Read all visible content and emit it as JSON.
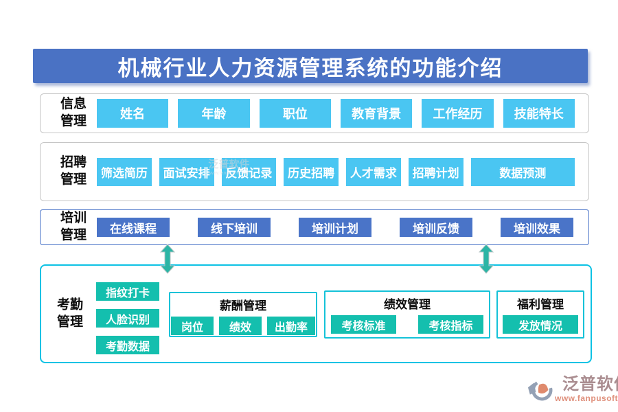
{
  "title": "机械行业人力资源管理系统的功能介绍",
  "rows": [
    {
      "label": "信息\n管理",
      "items": [
        "姓名",
        "年龄",
        "职位",
        "教育背景",
        "工作经历",
        "技能特长"
      ]
    },
    {
      "label": "招聘\n管理",
      "items": [
        "筛选简历",
        "面试安排",
        "反馈记录",
        "历史招聘",
        "人才需求",
        "招聘计划",
        "数据预测"
      ]
    },
    {
      "label": "培训\n管理",
      "items": [
        "在线课程",
        "线下培训",
        "培训计划",
        "培训反馈",
        "培训效果"
      ]
    },
    {
      "label": "考勤\n管理",
      "items": [
        "指纹打卡",
        "人脸识别",
        "考勤数据"
      ],
      "groups": [
        {
          "title": "薪酬管理",
          "items": [
            "岗位",
            "绩效",
            "出勤率"
          ]
        },
        {
          "title": "绩效管理",
          "items": [
            "考核标准",
            "考核指标"
          ]
        },
        {
          "title": "福利管理",
          "items": [
            "发放情况"
          ]
        }
      ]
    }
  ],
  "watermark": {
    "text": "泛普软件",
    "url": "www.fanpusoft.com"
  },
  "logo": {
    "name": "泛普软件",
    "url": "www.fanpusoft.com"
  },
  "colors": {
    "banner_blue": "#4a72c4",
    "sky_blue": "#4ac6f2",
    "mid_blue": "#4a74c8",
    "teal": "#14bfae",
    "cyan_border": "#0cc2e4",
    "arrow_teal": "#2bb5a5"
  }
}
